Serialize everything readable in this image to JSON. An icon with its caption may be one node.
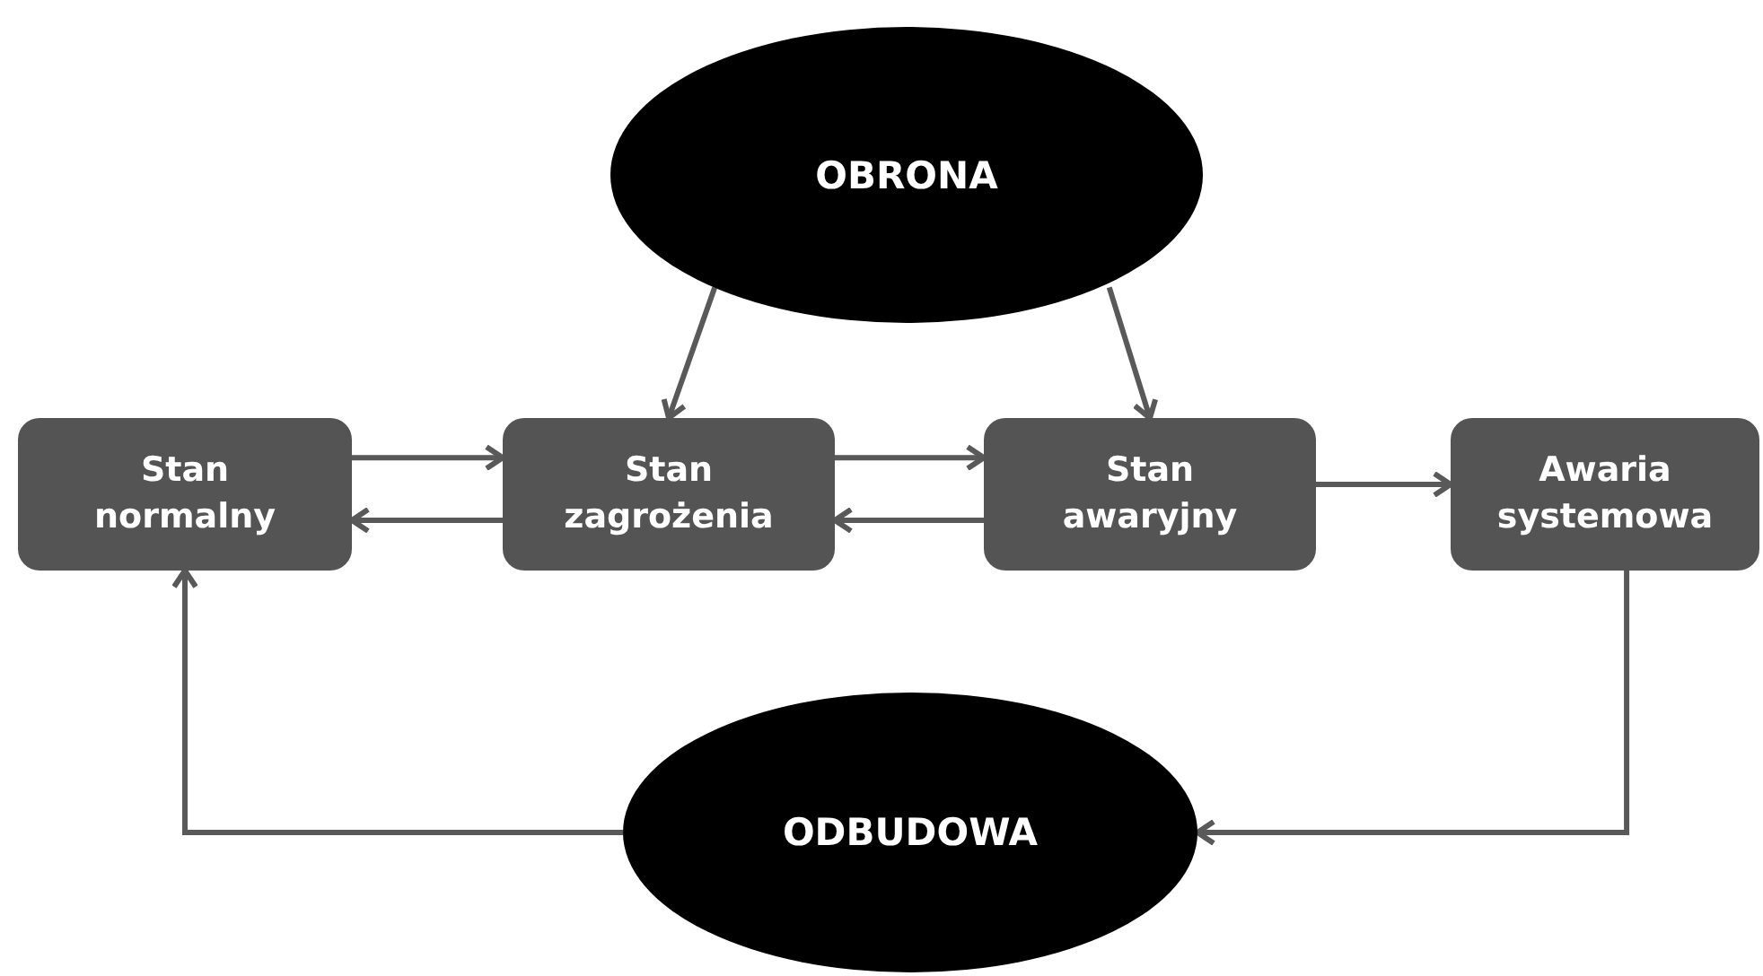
{
  "diagram": {
    "nodes": [
      {
        "text": [
          "OBRONA"
        ]
      },
      {
        "text": [
          "Stan normalny"
        ]
      },
      {
        "text": [
          "Stan zagrożenia"
        ]
      },
      {
        "text": [
          "Stan awaryjny"
        ]
      },
      {
        "text": [
          "Awaria systemowa"
        ]
      },
      {
        "text": [
          "ODBUDOWA"
        ]
      }
    ],
    "edges": [
      {
        "from": 0,
        "to": 2,
        "arrow": "to"
      },
      {
        "from": 0,
        "to": 3,
        "arrow": "to"
      },
      {
        "from": 1,
        "to": 2,
        "arrow": "to"
      },
      {
        "from": 2,
        "to": 1,
        "arrow": "to"
      },
      {
        "from": 2,
        "to": 3,
        "arrow": "to"
      },
      {
        "from": 3,
        "to": 2,
        "arrow": "to"
      },
      {
        "from": 3,
        "to": 4,
        "arrow": "to"
      },
      {
        "from": 4,
        "to": 5,
        "arrow": "to"
      },
      {
        "from": 5,
        "to": 1,
        "arrow": "to"
      }
    ]
  }
}
